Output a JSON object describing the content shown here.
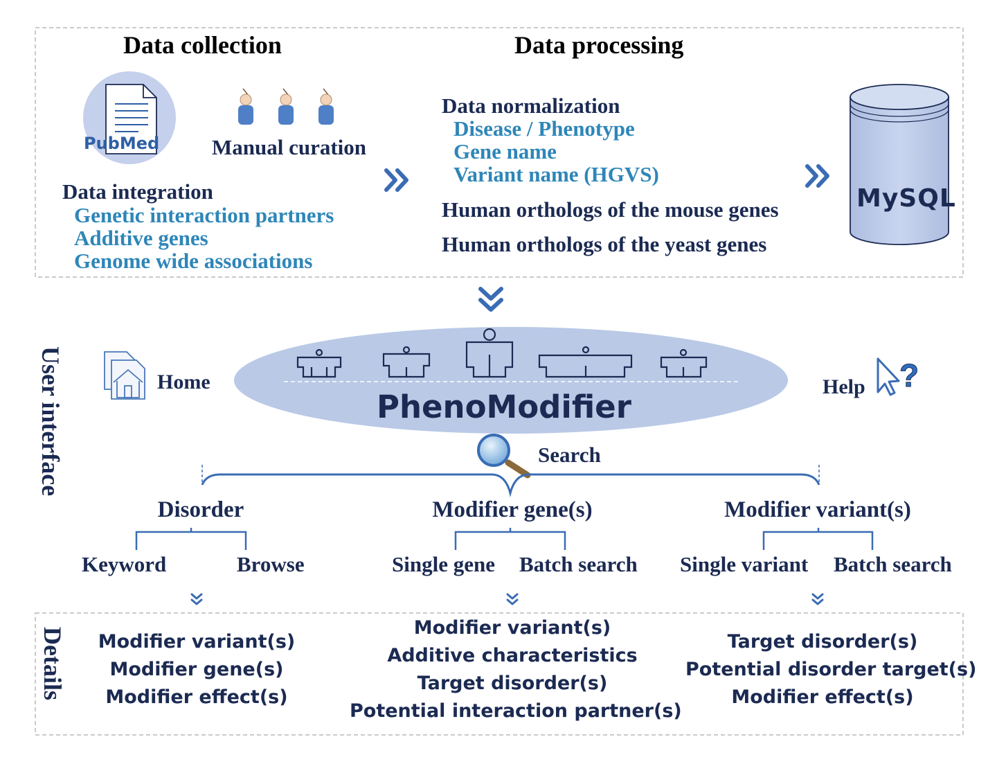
{
  "collection": {
    "title": "Data collection",
    "pubmed_logo": {
      "left": "Pub",
      "right": "Med"
    },
    "manual_curation": "Manual curation",
    "integration_heading": "Data integration",
    "integration_items": [
      "Genetic interaction partners",
      "Additive genes",
      "Genome wide associations"
    ]
  },
  "processing": {
    "title": "Data processing",
    "normalization_heading": "Data normalization",
    "normalization_items": [
      "Disease / Phenotype",
      "Gene name",
      "Variant name (HGVS)"
    ],
    "orthologs_mouse": "Human orthologs of the mouse genes",
    "orthologs_yeast": "Human orthologs of the yeast genes",
    "db_label": "MySQL"
  },
  "ui": {
    "side_label": "User interface",
    "home": "Home",
    "brand": "PhenoModifier",
    "help": "Help",
    "search": "Search",
    "categories": [
      {
        "label": "Disorder",
        "options": [
          "Keyword",
          "Browse"
        ]
      },
      {
        "label": "Modifier gene(s)",
        "options": [
          "Single gene",
          "Batch search"
        ]
      },
      {
        "label": "Modifier variant(s)",
        "options": [
          "Single variant",
          "Batch search"
        ]
      }
    ]
  },
  "details": {
    "side_label": "Details",
    "columns": [
      [
        "Modifier variant(s)",
        "Modifier gene(s)",
        "Modifier effect(s)"
      ],
      [
        "Modifier variant(s)",
        "Additive characteristics",
        "Target disorder(s)",
        "Potential interaction partner(s)"
      ],
      [
        "Target disorder(s)",
        "Potential disorder target(s)",
        "Modifier effect(s)"
      ]
    ]
  },
  "colors": {
    "accent": "#4a78b8",
    "dark_text": "#1b2a52",
    "blue_text": "#2e86b8",
    "ellipse": "#b9c9e6"
  }
}
